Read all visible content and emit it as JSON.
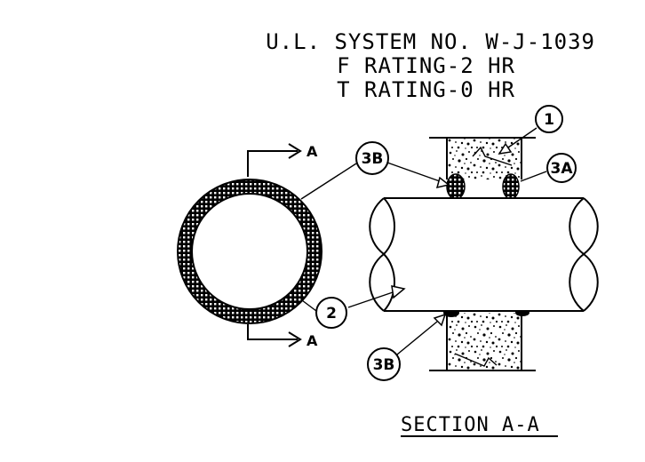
{
  "title": {
    "system": "U.L. SYSTEM NO. W-J-1039",
    "f_rating": "F RATING-2 HR",
    "t_rating": "T RATING-0 HR"
  },
  "callouts": {
    "c1": "1",
    "c2": "2",
    "c3a": "3A",
    "c3b_top": "3B",
    "c3b_bottom": "3B"
  },
  "section_arrows": {
    "top": "A",
    "bottom": "A"
  },
  "section_label": "SECTION A-A"
}
